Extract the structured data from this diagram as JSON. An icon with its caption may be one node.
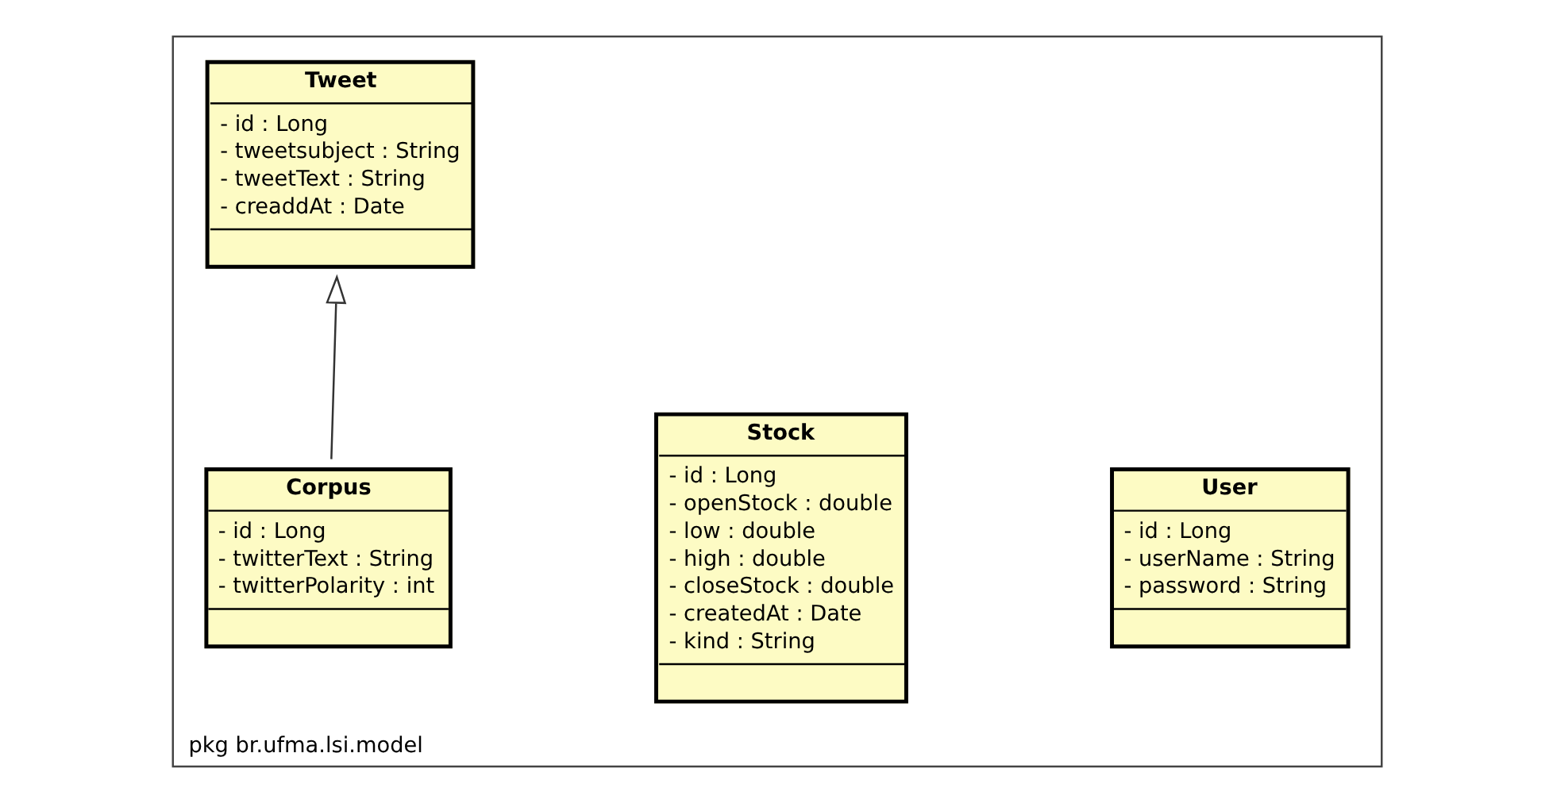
{
  "diagram": {
    "nodes": [
      {
        "text": [
          "pkg br.ufma.lsi.model"
        ]
      },
      {
        "text": [
          "Tweet",
          "- id : Long",
          "- tweetsubject : String",
          "- tweetText : String",
          "- creaddAt : Date"
        ],
        "in": 0
      },
      {
        "text": [
          "User",
          "- id : Long",
          "- userName : String",
          "- password : String"
        ],
        "in": 0
      },
      {
        "text": [
          "Stock",
          "- id : Long",
          "- openStock : double",
          "- low : double",
          "- high : double",
          "- closeStock : double",
          "- createdAt : Date",
          "- kind : String"
        ],
        "in": 0
      },
      {
        "text": [
          "Corpus",
          "- id : Long",
          "- twitterText : String",
          "- twitterPolarity : int"
        ],
        "in": 0
      }
    ],
    "edges": [
      {
        "from": 4,
        "to": 1,
        "arrow": "to"
      }
    ]
  }
}
